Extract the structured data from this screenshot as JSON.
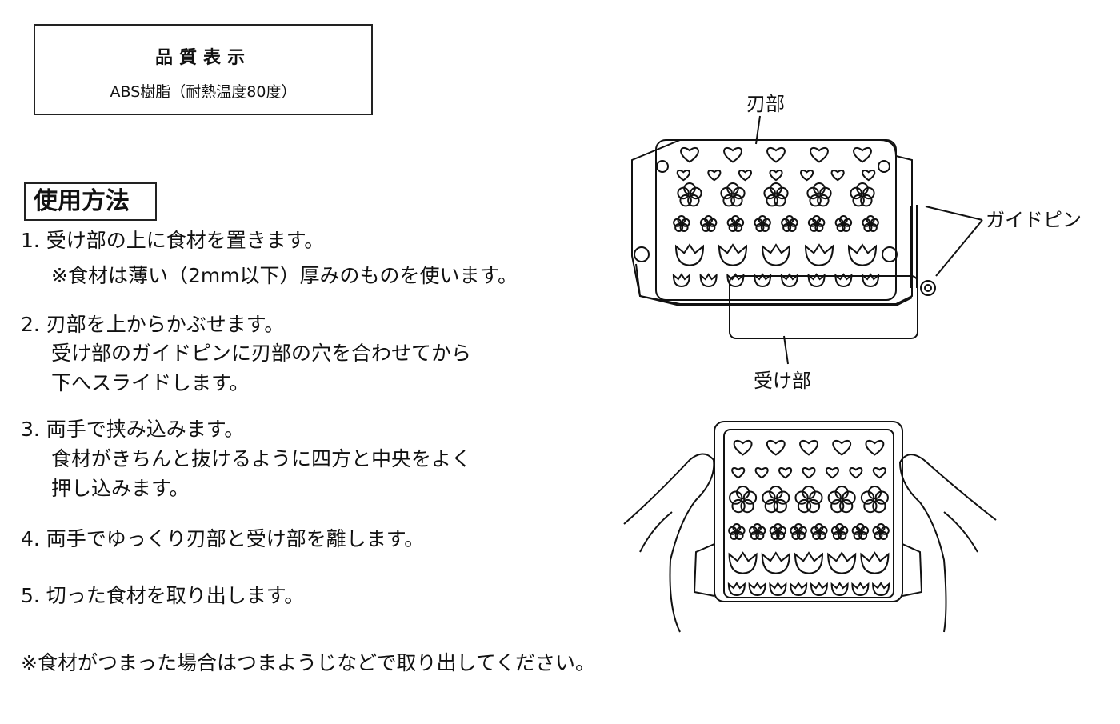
{
  "quality": {
    "title": "品質表示",
    "body": "ABS樹脂（耐熱温度80度）"
  },
  "usage": {
    "title": "使用方法",
    "steps": [
      {
        "lines": [
          "1. 受け部の上に食材を置きます。",
          "※食材は薄い（2mm以下）厚みのものを使います。"
        ]
      },
      {
        "lines": [
          "2. 刃部を上からかぶせます。",
          "受け部のガイドピンに刃部の穴を合わせてから",
          "下へスライドします。"
        ]
      },
      {
        "lines": [
          "3. 両手で挟み込みます。",
          "食材がきちんと抜けるように四方と中央をよく",
          "押し込みます。"
        ]
      },
      {
        "lines": [
          "4. 両手でゆっくり刃部と受け部を離します。"
        ]
      },
      {
        "lines": [
          "5. 切った食材を取り出します。"
        ]
      }
    ],
    "note": "※食材がつまった場合はつまようじなどで取り出してください。"
  },
  "diagram": {
    "blade_label": "刃部",
    "guide_pin_label": "ガイドピン",
    "base_label": "受け部"
  }
}
